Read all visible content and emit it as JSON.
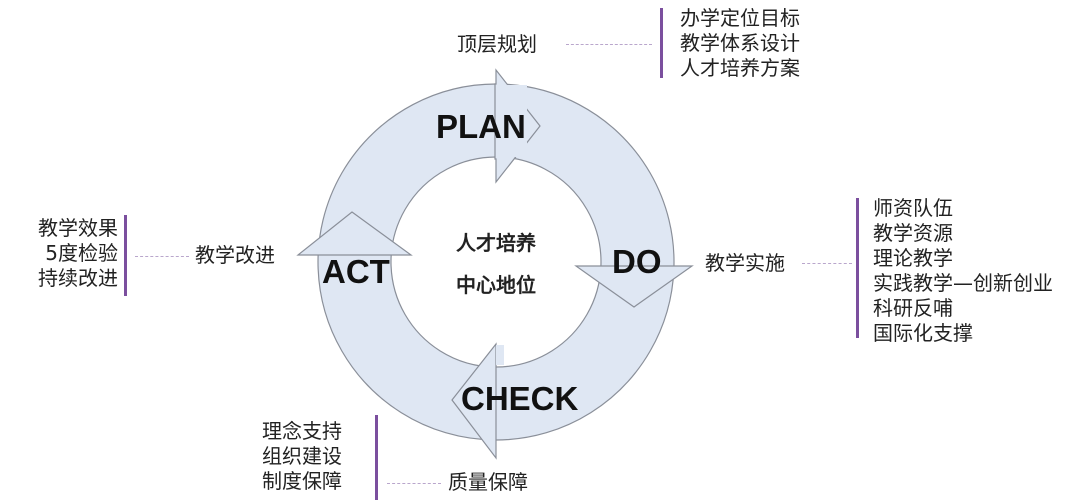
{
  "cycle": {
    "plan": "PLAN",
    "do": "DO",
    "check": "CHECK",
    "act": "ACT",
    "center": [
      "人才培养",
      "中心地位"
    ]
  },
  "plan_stage": {
    "label": "顶层规划",
    "items": [
      "办学定位目标",
      "教学体系设计",
      "人才培养方案"
    ]
  },
  "do_stage": {
    "label": "教学实施",
    "items": [
      "师资队伍",
      "教学资源",
      "理论教学",
      "实践教学—创新创业",
      "科研反哺",
      "国际化支撑"
    ]
  },
  "check_stage": {
    "label": "质量保障",
    "items": [
      "理念支持",
      "组织建设",
      "制度保障"
    ]
  },
  "act_stage": {
    "label": "教学改进",
    "items": [
      "教学效果",
      "5度检验",
      "持续改进"
    ]
  },
  "colors": {
    "ring_fill": "#dfe7f3",
    "ring_stroke": "#8a8f99",
    "bracket": "#7b4f9e"
  }
}
